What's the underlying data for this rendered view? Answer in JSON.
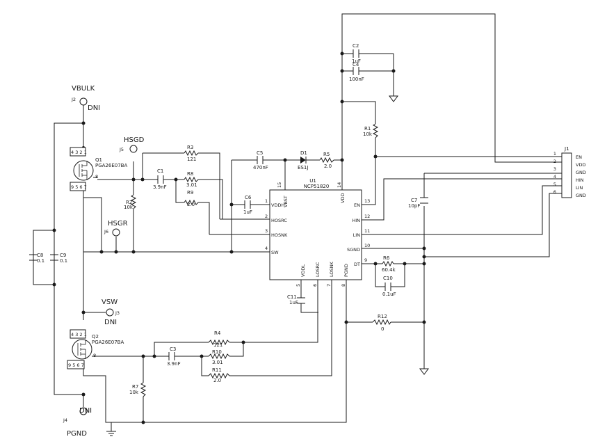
{
  "ports": {
    "vbulk": {
      "name": "VBULK",
      "ref": "J2",
      "note": "DNI"
    },
    "hsgd": {
      "name": "HSGD",
      "ref": "J5"
    },
    "hsgr": {
      "name": "HSGR",
      "ref": "J6"
    },
    "vsw": {
      "name": "VSW",
      "ref": "J3",
      "note": "DNI"
    },
    "pgnd": {
      "name": "PGND",
      "ref": "J4",
      "note": "DNI"
    }
  },
  "ic": {
    "ref": "U1",
    "part": "NCP51820",
    "pins_left": [
      {
        "num": "1",
        "name": "VDDH"
      },
      {
        "num": "2",
        "name": "HOSRC"
      },
      {
        "num": "3",
        "name": "HOSNK"
      },
      {
        "num": "4",
        "name": "SW"
      }
    ],
    "pins_top": [
      {
        "num": "15",
        "name": "VBST"
      },
      {
        "num": "14",
        "name": "VDD"
      }
    ],
    "pins_right": [
      {
        "num": "13",
        "name": "EN"
      },
      {
        "num": "12",
        "name": "HIN"
      },
      {
        "num": "11",
        "name": "LIN"
      },
      {
        "num": "10",
        "name": "SGND"
      },
      {
        "num": "9",
        "name": "DT"
      }
    ],
    "pins_bottom": [
      {
        "num": "5",
        "name": "VDDL"
      },
      {
        "num": "6",
        "name": "LOSRC"
      },
      {
        "num": "7",
        "name": "LOSNK"
      },
      {
        "num": "8",
        "name": "PGND"
      }
    ]
  },
  "connector": {
    "ref": "J1",
    "pins": [
      {
        "num": "1",
        "name": "EN"
      },
      {
        "num": "2",
        "name": "VDD"
      },
      {
        "num": "3",
        "name": "GND"
      },
      {
        "num": "4",
        "name": "HIN"
      },
      {
        "num": "5",
        "name": "LIN"
      },
      {
        "num": "6",
        "name": "GND"
      }
    ]
  },
  "transistors": {
    "q1": {
      "ref": "Q1",
      "part": "PGA26E07BA",
      "pins_top": "4 3 2 1",
      "pins_bottom": "9 5 6 7",
      "gate_pin": "8"
    },
    "q2": {
      "ref": "Q2",
      "part": "PGA26E07BA",
      "pins_top": "4 3 2 1",
      "pins_bottom": "9 5 6 7",
      "gate_pin": "8"
    }
  },
  "components": {
    "r1": {
      "ref": "R1",
      "value": "10k"
    },
    "r2": {
      "ref": "R2",
      "value": "10k"
    },
    "r3": {
      "ref": "R3",
      "value": "121"
    },
    "r4": {
      "ref": "R4",
      "value": "121"
    },
    "r5": {
      "ref": "R5",
      "value": "2.0"
    },
    "r6": {
      "ref": "R6",
      "value": "60.4k"
    },
    "r7": {
      "ref": "R7",
      "value": "10k"
    },
    "r8": {
      "ref": "R8",
      "value": "3.01"
    },
    "r9": {
      "ref": "R9",
      "value": "2.0"
    },
    "r10": {
      "ref": "R10",
      "value": "3.01"
    },
    "r11": {
      "ref": "R11",
      "value": "2.0"
    },
    "r12": {
      "ref": "R12",
      "value": "0"
    },
    "c1": {
      "ref": "C1",
      "value": "3.9nF"
    },
    "c2": {
      "ref": "C2",
      "value": "1uF"
    },
    "c3": {
      "ref": "C3",
      "value": "3.9nF"
    },
    "c4": {
      "ref": "C4",
      "value": "100nF"
    },
    "c5": {
      "ref": "C5",
      "value": "470nF"
    },
    "c6": {
      "ref": "C6",
      "value": "1uF"
    },
    "c7": {
      "ref": "C7",
      "value": "10pF"
    },
    "c8": {
      "ref": "C8",
      "value": "0.1"
    },
    "c9": {
      "ref": "C9",
      "value": "0.1"
    },
    "c10": {
      "ref": "C10",
      "value": "0.1uF"
    },
    "c11": {
      "ref": "C11",
      "value": "1uF"
    },
    "d1": {
      "ref": "D1",
      "value": "ES1J"
    }
  }
}
